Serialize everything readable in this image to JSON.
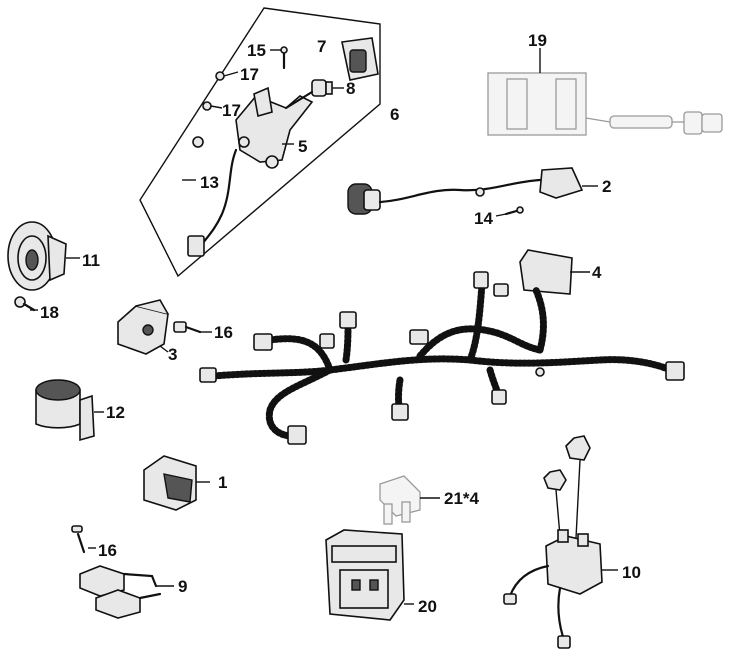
{
  "callouts": {
    "p1": "1",
    "p2": "2",
    "p3": "3",
    "p4": "4",
    "p5": "5",
    "p6": "6",
    "p7": "7",
    "p8": "8",
    "p9": "9",
    "p10": "10",
    "p11": "11",
    "p12": "12",
    "p13": "13",
    "p14": "14",
    "p15": "15",
    "p16a": "16",
    "p16b": "16",
    "p17a": "17",
    "p17b": "17",
    "p18": "18",
    "p19": "19",
    "p20": "20",
    "p21": "21*4"
  },
  "colors": {
    "line": "#111111",
    "fill": "#e8e8e8",
    "ghost": "#9a9a9a"
  }
}
